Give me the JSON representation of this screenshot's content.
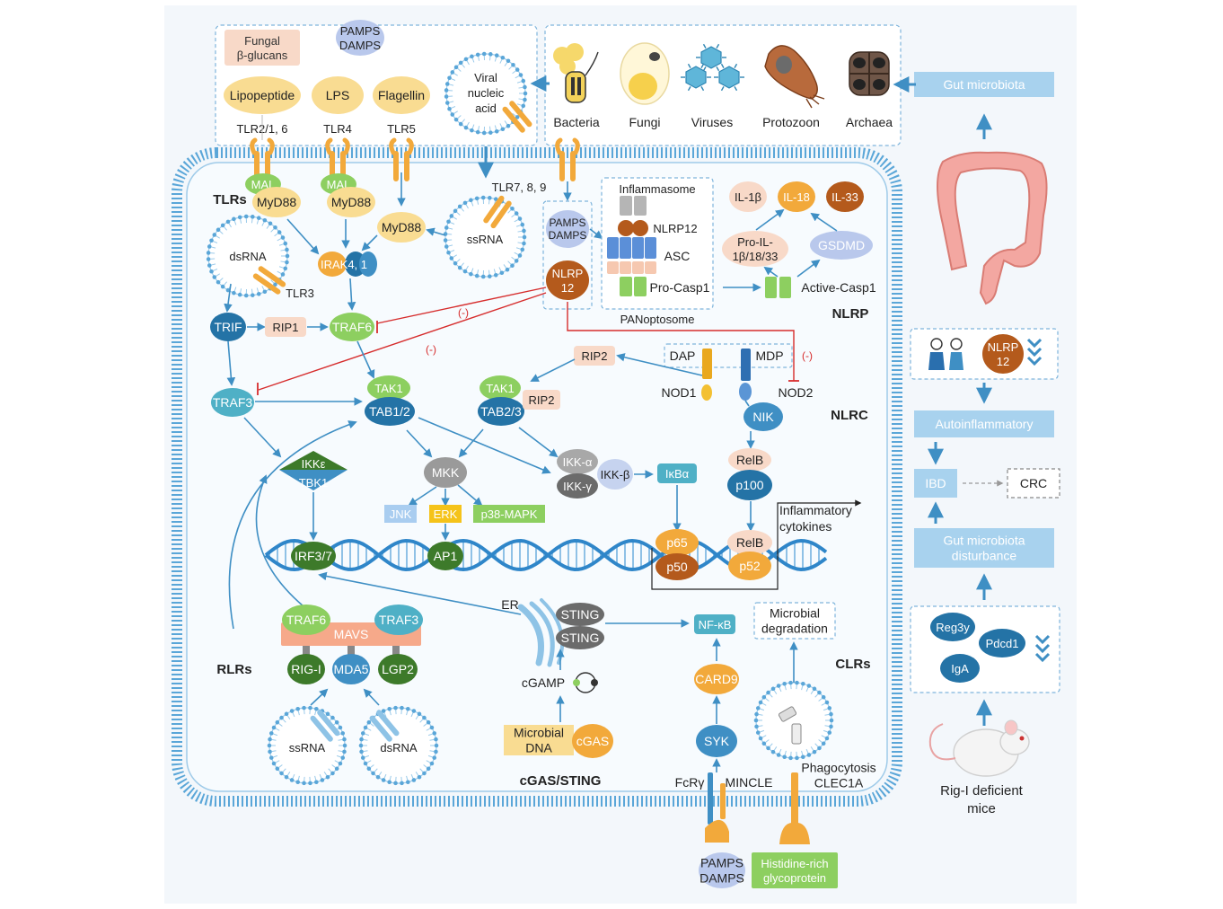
{
  "colors": {
    "blue_dark": "#2473a6",
    "blue_mid": "#3f8fc4",
    "blue_light": "#8ec3e6",
    "banner": "#a8d2ee",
    "orange": "#f2a93b",
    "orange_light": "#f7c87a",
    "yellow_pale": "#f9dc92",
    "peach": "#f8d9c8",
    "green_light": "#8dcf60",
    "green_dark": "#3d7a2a",
    "brown": "#b45a1c",
    "gray": "#9a9a9a",
    "teal": "#4fb0c6",
    "red": "#d62c2c",
    "membrane": "#5aa6d8"
  },
  "top_ligands": {
    "fungal": "Fungal\nβ-glucans",
    "pamps_top": "PAMPS\nDAMPS",
    "lipopeptide": "Lipopeptide",
    "lps": "LPS",
    "flagellin": "Flagellin",
    "tlr21": "TLR2/1, 6",
    "tlr4": "TLR4",
    "tlr5": "TLR5",
    "viral": "Viral\nnucleic\nacid"
  },
  "microbes": [
    {
      "label": "Bacteria",
      "icon": "bacteria-icon"
    },
    {
      "label": "Fungi",
      "icon": "fungi-icon"
    },
    {
      "label": "Viruses",
      "icon": "virus-icon"
    },
    {
      "label": "Protozoon",
      "icon": "protozoon-icon"
    },
    {
      "label": "Archaea",
      "icon": "archaea-icon"
    }
  ],
  "right_panel": {
    "gut_microbiota": "Gut microbiota",
    "autoinflammatory": "Autoinflammatory",
    "ibd": "IBD",
    "crc": "CRC",
    "gut_disturbance": "Gut microbiota\ndisturbance",
    "nlrp12": "NLRP\n12",
    "reg3y": "Reg3y",
    "pdcd1": "Pdcd1",
    "iga": "IgA",
    "mice": "Rig-I deficient\nmice"
  },
  "sections": {
    "tlrs": "TLRs",
    "nlrp": "NLRP",
    "nlrc": "NLRC",
    "rlrs": "RLRs",
    "clrs": "CLRs",
    "cgas_sting": "cGAS/STING"
  },
  "tlr_pathway": {
    "mal": "MAL",
    "myd88": "MyD88",
    "dsrna": "dsRNA",
    "tlr3": "TLR3",
    "irak": "IRAK4, 1",
    "trif": "TRIF",
    "rip1": "RIP1",
    "traf6": "TRAF6",
    "traf3": "TRAF3",
    "tlr789": "TLR7, 8, 9",
    "ssrna": "ssRNA",
    "neg": "(-)"
  },
  "inflammasome": {
    "title": "Inflammasome",
    "nlrp12": "NLRP12",
    "asc": "ASC",
    "procasp1": "Pro-Casp1",
    "panoptosome": "PANoptosome",
    "pamps": "PAMPS\nDAMPS",
    "nlrp_circle": "NLRP\n12",
    "il1b": "IL-1β",
    "il18": "IL-18",
    "il33": "IL-33",
    "proil": "Pro-IL-\n1β/18/33",
    "gsdmd": "GSDMD",
    "active_casp1": "Active-Casp1"
  },
  "nlrc": {
    "rip2": "RIP2",
    "dap": "DAP",
    "mdp": "MDP",
    "nod1": "NOD1",
    "nod2": "NOD2",
    "nik": "NIK",
    "relb": "RelB",
    "p100": "p100"
  },
  "signaling": {
    "tak1": "TAK1",
    "tab12": "TAB1/2",
    "tab23": "TAB2/3",
    "rip2b": "RIP2",
    "mkk": "MKK",
    "jnk": "JNK",
    "erk": "ERK",
    "p38": "p38-MAPK",
    "ikka": "IKK-α",
    "ikkb": "IKK-β",
    "ikkg": "IKK-γ",
    "ikba": "IκBα",
    "ikke": "IKKε",
    "tbk1": "TBK1",
    "irf37": "IRF3/7",
    "ap1": "AP1",
    "p65": "p65",
    "p50": "p50",
    "relb2": "RelB",
    "p52": "p52",
    "cytokines": "Inflammatory\ncytokines"
  },
  "rlr": {
    "traf6": "TRAF6",
    "traf3": "TRAF3",
    "mavs": "MAVS",
    "rigi": "RIG-I",
    "mda5": "MDA5",
    "lgp2": "LGP2",
    "ssrna": "ssRNA",
    "dsrna": "dsRNA"
  },
  "cgas": {
    "er": "ER",
    "sting1": "STING",
    "sting2": "STING",
    "cgamp": "cGAMP",
    "microbial_dna": "Microbial\nDNA",
    "cgas": "cGAS",
    "nfkb": "NF-κB"
  },
  "clr": {
    "card9": "CARD9",
    "syk": "SYK",
    "fcry": "FcRγ",
    "mincle": "MINCLE",
    "degradation": "Microbial\ndegradation",
    "phago": "Phagocytosis\nCLEC1A",
    "pamps": "PAMPS\nDAMPS",
    "histidine": "Histidine-rich\nglycoprotein"
  }
}
